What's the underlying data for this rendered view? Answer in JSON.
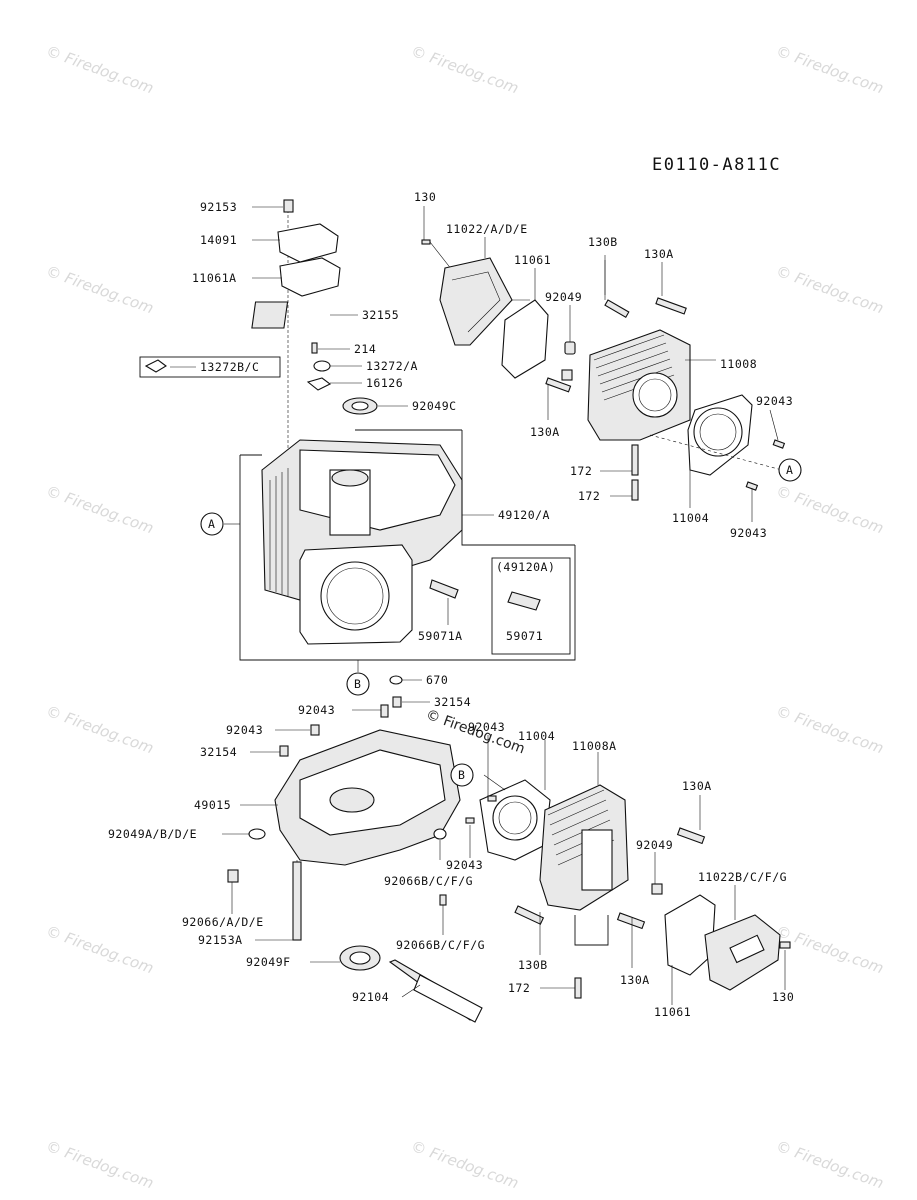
{
  "diagram_code": "E0110-A811C",
  "watermark_text": "Firedog.com",
  "center_watermark": "Firedog.com",
  "callout_letters": {
    "a": "A",
    "b": "B"
  },
  "inset_label": "(49120A)",
  "labels": {
    "p92153_top": "92153",
    "p14091": "14091",
    "p11061A": "11061A",
    "p32155": "32155",
    "p214": "214",
    "p13272BC": "13272B/C",
    "p13272A": "13272/A",
    "p16126": "16126",
    "p92049C": "92049C",
    "p49120A": "49120/A",
    "p59071A": "59071A",
    "p59071": "59071",
    "p670": "670",
    "p130_top": "130",
    "p11022ADE": "11022/A/D/E",
    "p11061_top": "11061",
    "p92049_top": "92049",
    "p130B_top": "130B",
    "p130A_top": "130A",
    "p11008": "11008",
    "p130A_mid": "130A",
    "p92043_r1": "92043",
    "p172_a": "172",
    "p172_b": "172",
    "p11004_top": "11004",
    "p92043_r2": "92043",
    "p92043_bl1": "92043",
    "p32154_b": "32154",
    "p92043_bl2": "92043",
    "p32154_l": "32154",
    "p49015": "49015",
    "p92049ABDE": "92049A/B/D/E",
    "p92066ADE": "92066/A/D/E",
    "p92153A": "92153A",
    "p92049F": "92049F",
    "p92104": "92104",
    "p92066BCFG_1": "92066B/C/F/G",
    "p92066BCFG_2": "92066B/C/F/G",
    "p92043_bm": "92043",
    "p92043_bm2": "92043",
    "p11004_bot": "11004",
    "p11008A": "11008A",
    "p130A_br1": "130A",
    "p92049_br": "92049",
    "p11022BCFG": "11022B/C/F/G",
    "p130B_bot": "130B",
    "p172_bot": "172",
    "p130A_br2": "130A",
    "p11061_bot": "11061",
    "p130_bot": "130"
  }
}
